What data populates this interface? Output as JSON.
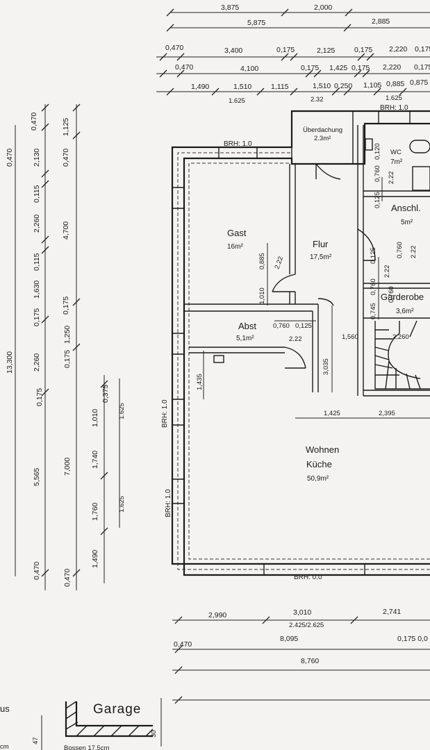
{
  "top_dims": {
    "r1": [
      "3,875",
      "2,000"
    ],
    "r2": [
      "5,875",
      "2,885"
    ],
    "r3": [
      "0,470",
      "3,400",
      "0,175",
      "2,125",
      "0,175",
      "2,220",
      "0,175"
    ],
    "r4": [
      "0,470",
      "4,100",
      "0,175",
      "1,425",
      "0,175",
      "2,220",
      "0,175"
    ],
    "r5": [
      "1,490",
      "1,510",
      "1,115",
      "1,510",
      "0,250",
      "1,105",
      "0,885",
      "0,875"
    ],
    "r5b": [
      "1.625",
      "2.32",
      "1.625"
    ]
  },
  "left_dims": {
    "c1": [
      "13,300",
      "0,470"
    ],
    "c2": [
      "0,470",
      "2,130",
      "0,115",
      "2,260",
      "0,115",
      "1,630",
      "0,175",
      "2,260",
      "0,175",
      "5,565",
      "0,470"
    ],
    "c3": [
      "0,470",
      "1,125",
      "4,700",
      "0,175",
      "1,250",
      "0,175",
      "7,000",
      "0,470"
    ],
    "c4": [
      "0,375",
      "1,010",
      "1,740",
      "1,760",
      "1,490"
    ],
    "c5": [
      "1.625",
      "1.625"
    ]
  },
  "rooms": [
    {
      "name": "Gast",
      "area": "16m²"
    },
    {
      "name": "Flur",
      "area": "17,5m²"
    },
    {
      "name": "Abst",
      "area": "5,1m²"
    },
    {
      "name": "Überdachung",
      "area": "2.3m²"
    },
    {
      "name": "WC",
      "area": "7m²"
    },
    {
      "name": "Anschl.",
      "area": "5m²"
    },
    {
      "name": "Garderobe",
      "area": "3,6m²"
    },
    {
      "name": "Wohnen",
      "area": "50,9m²"
    },
    {
      "name": "Küche",
      "area": ""
    }
  ],
  "brh": [
    "BRH: 1.0",
    "BRH: 1.0",
    "BRH: 1.0",
    "BRH: 1.0",
    "BRH: 0.0"
  ],
  "inner_dims": [
    "0,885",
    "2.22",
    "1,010",
    "0,760",
    "0,125",
    "2.22",
    "1,560",
    "2,260",
    "3,035",
    "1,435",
    "1,425",
    "2,395",
    "0,760",
    "2.22",
    "0,125",
    "0,760",
    "0,745",
    "0,120",
    "0,125",
    "0,760",
    "2.22",
    "0,760",
    "2.22"
  ],
  "bottom_dims": {
    "b1": [
      "2,990",
      "3,010",
      "2,741"
    ],
    "b1b": [
      "2.425/2.625"
    ],
    "b2": [
      "0,470",
      "8,095",
      "0,175 0,0"
    ],
    "b3": [
      "8,760"
    ]
  },
  "garage": {
    "label": "Garage",
    "note": "Bossen 17,5cm",
    "dim": "30",
    "dim2": "47",
    "left_frag": "us",
    "left_frag2": "cm"
  }
}
